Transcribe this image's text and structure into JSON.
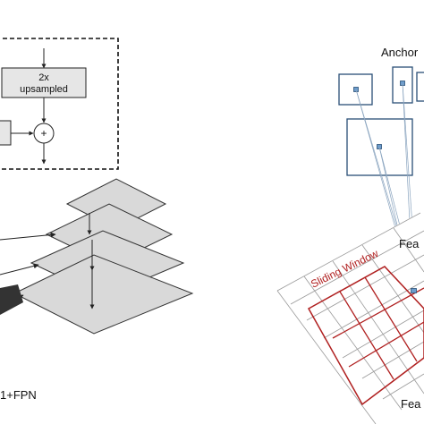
{
  "left_panel": {
    "upsample_box": {
      "line1": "2x",
      "line2": "upsampled"
    },
    "add_symbol": "+",
    "caption": "1+FPN"
  },
  "right_panel": {
    "anchor_label": "Anchor",
    "sliding_window_label": "Sliding Window",
    "feature_map_label": "Fea"
  },
  "colors": {
    "layer_fill": "#d9d9d9",
    "box_fill": "#e6e6e6",
    "anchor_blue": "#2a4f77",
    "window_red": "#b02020"
  }
}
